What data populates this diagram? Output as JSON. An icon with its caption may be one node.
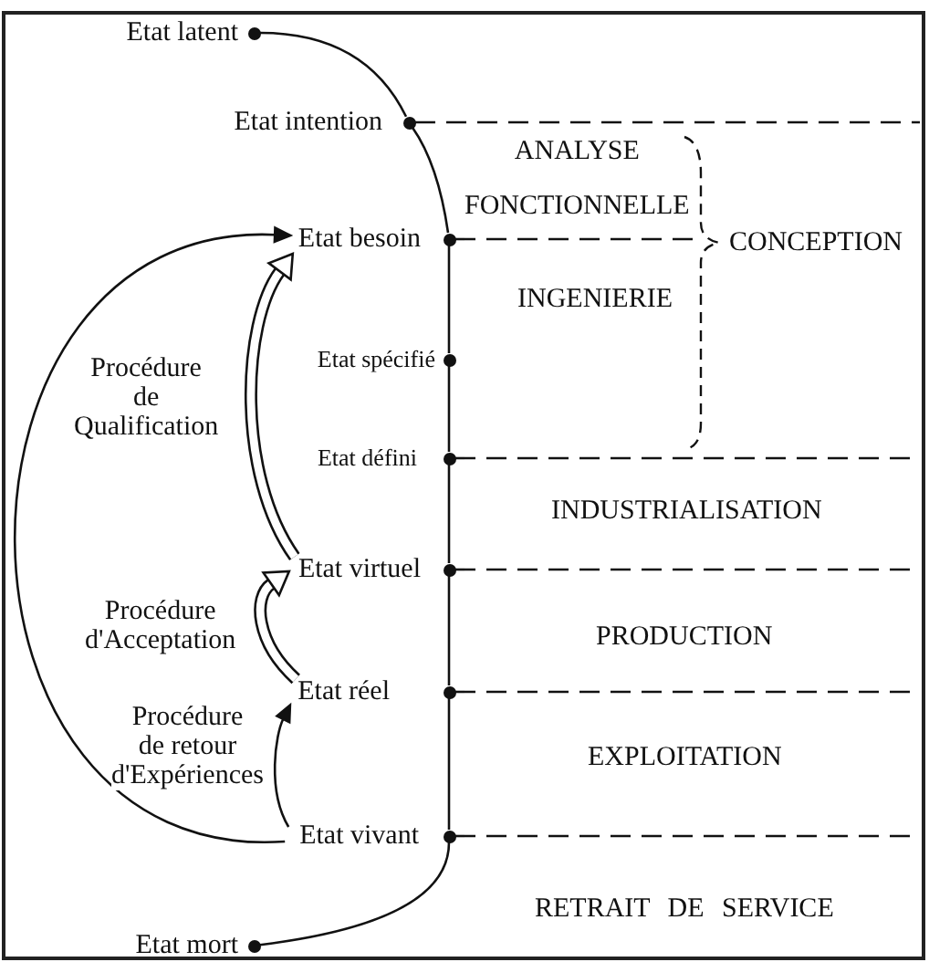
{
  "diagram": {
    "nodes": [
      {
        "text": [
          "Etat latent"
        ]
      },
      {
        "text": [
          "Etat intention"
        ]
      },
      {
        "text": [
          "Etat besoin"
        ]
      },
      {
        "text": [
          "Etat spécifié"
        ]
      },
      {
        "text": [
          "Etat défini"
        ]
      },
      {
        "text": [
          "Etat virtuel"
        ]
      },
      {
        "text": [
          "Etat réel"
        ]
      },
      {
        "text": [
          "Etat vivant"
        ]
      },
      {
        "text": [
          "Etat mort"
        ]
      }
    ],
    "edges": [
      {
        "from": 0,
        "to": 1,
        "arrow": "none"
      },
      {
        "from": 1,
        "to": 2,
        "arrow": "none"
      },
      {
        "from": 2,
        "to": 3,
        "arrow": "none"
      },
      {
        "from": 3,
        "to": 4,
        "arrow": "none"
      },
      {
        "from": 4,
        "to": 5,
        "arrow": "none"
      },
      {
        "from": 5,
        "to": 6,
        "arrow": "none"
      },
      {
        "from": 6,
        "to": 7,
        "arrow": "none"
      },
      {
        "from": 7,
        "to": 8,
        "arrow": "none"
      },
      {
        "from": 1,
        "to": null,
        "arrow": "none",
        "style": "dashed"
      },
      {
        "from": 2,
        "to": null,
        "arrow": "none",
        "style": "dashed"
      },
      {
        "from": 4,
        "to": null,
        "arrow": "none",
        "style": "dashed"
      },
      {
        "from": 5,
        "to": null,
        "arrow": "none",
        "style": "dashed"
      },
      {
        "from": 6,
        "to": null,
        "arrow": "none",
        "style": "dashed"
      },
      {
        "from": 7,
        "to": null,
        "arrow": "none",
        "style": "dashed"
      },
      {
        "from": 7,
        "to": 2,
        "arrow": "to"
      },
      {
        "from": 6,
        "to": 5,
        "arrow": "to",
        "style": "thick",
        "label": "Procédure d'Acceptation"
      },
      {
        "from": 5,
        "to": 2,
        "arrow": "to",
        "style": "thick",
        "label": "Procédure de Qualification"
      },
      {
        "from": 7,
        "to": 6,
        "arrow": "to",
        "label": "Procédure de retour d'Expériences"
      }
    ],
    "labels": [
      "ANALYSE FONCTIONNELLE",
      "CONCEPTION",
      "INGENIERIE",
      "INDUSTRIALISATION",
      "PRODUCTION",
      "EXPLOITATION",
      "RETRAIT DE SERVICE"
    ]
  }
}
